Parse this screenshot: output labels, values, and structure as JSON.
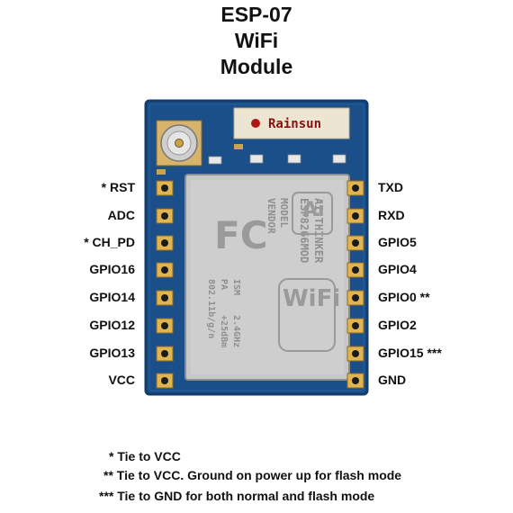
{
  "title": {
    "line1": "ESP-07",
    "line2": "WiFi",
    "line3": "Module"
  },
  "brand_label": "Rainsun",
  "shield_text": {
    "model_line1": "MODEL",
    "model_line2": "VENDOR",
    "model_value": "ESP8266MOD",
    "vendor_value": "AI-THINKER",
    "ism": "ISM",
    "freq": "2.4GHz",
    "pa": "PA",
    "power": "+25dBm",
    "std": "802.11b/g/n",
    "fc": "FC",
    "ai": "Ai",
    "wifi": "WiFi"
  },
  "left_pins": [
    "* RST",
    "ADC",
    "* CH_PD",
    "GPIO16",
    "GPIO14",
    "GPIO12",
    "GPIO13",
    "VCC"
  ],
  "right_pins": [
    "TXD",
    "RXD",
    "GPIO5",
    "GPIO4",
    "GPIO0 **",
    "GPIO2",
    "GPIO15 ***",
    "GND"
  ],
  "notes": [
    "* Tie to VCC",
    "** Tie to VCC. Ground on power up for flash mode",
    "*** Tie to GND for both normal and flash mode"
  ],
  "colors": {
    "pcb": "#1a4f8a",
    "pcb_edge": "#123c6b",
    "shield": "#c8c8c8",
    "pad": "#e2b450",
    "pad_hole": "#1b1b1b",
    "label_bg": "#ece5d2",
    "brand_red": "#b01515"
  }
}
